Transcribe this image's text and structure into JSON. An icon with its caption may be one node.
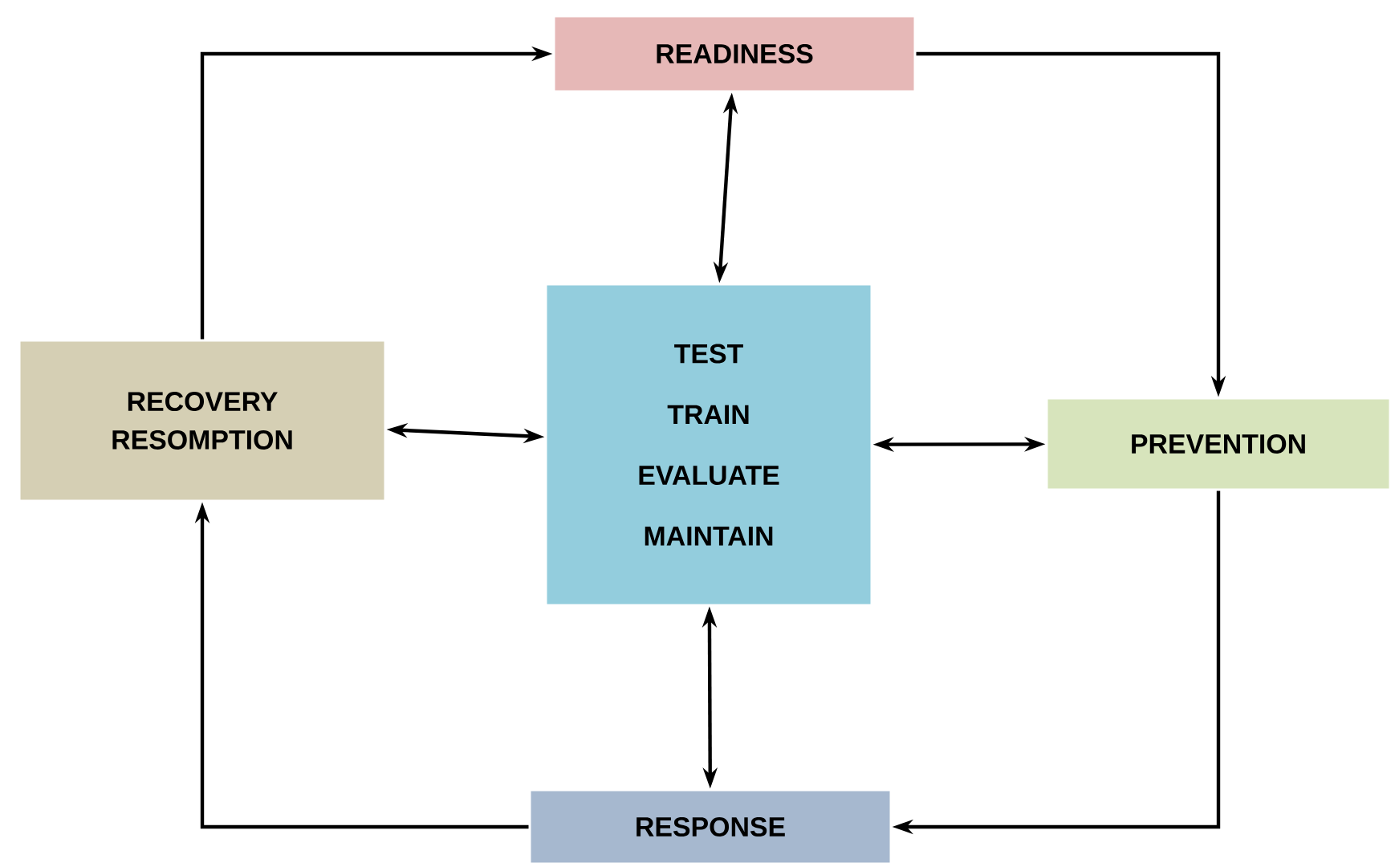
{
  "diagram": {
    "nodes": [
      {
        "text": [
          "READINESS"
        ]
      },
      {
        "text": [
          "RECOVERY RESOMPTION"
        ]
      },
      {
        "text": [
          "TEST",
          "TRAIN",
          "EVALUATE",
          "MAINTAIN"
        ]
      },
      {
        "text": [
          "PREVENTION"
        ]
      },
      {
        "text": [
          "RESPONSE"
        ]
      }
    ],
    "edges": [
      {
        "from": 1,
        "to": 0,
        "arrow": "to"
      },
      {
        "from": 0,
        "to": 3,
        "arrow": "to"
      },
      {
        "from": 3,
        "to": 4,
        "arrow": "to"
      },
      {
        "from": 4,
        "to": 1,
        "arrow": "to"
      },
      {
        "from": 0,
        "to": 2,
        "arrow": "both"
      },
      {
        "from": 1,
        "to": 2,
        "arrow": "both"
      },
      {
        "from": 2,
        "to": 3,
        "arrow": "both"
      },
      {
        "from": 2,
        "to": 4,
        "arrow": "both"
      }
    ]
  }
}
